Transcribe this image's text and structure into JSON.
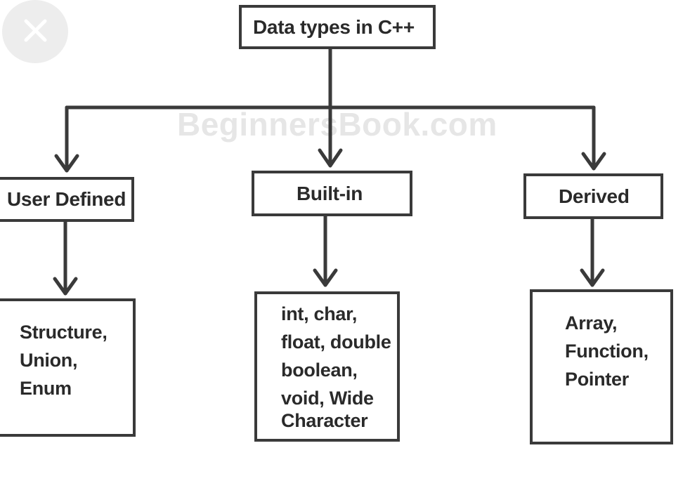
{
  "watermark": "BeginnersBook.com",
  "root": {
    "label": "Data types in C++"
  },
  "categories": [
    {
      "label": "User Defined",
      "items": [
        "Structure,",
        "Union,",
        "Enum"
      ]
    },
    {
      "label": "Built-in",
      "items": [
        "int, char,",
        "float, double",
        "boolean,",
        "void, Wide",
        "Character"
      ]
    },
    {
      "label": "Derived",
      "items": [
        "Array,",
        "Function,",
        "Pointer"
      ]
    }
  ],
  "controls": {
    "close_icon": "close-icon"
  },
  "colors": {
    "line": "#3a3a3a",
    "watermark": "#e6e6e6",
    "close_bg": "#ededed"
  }
}
